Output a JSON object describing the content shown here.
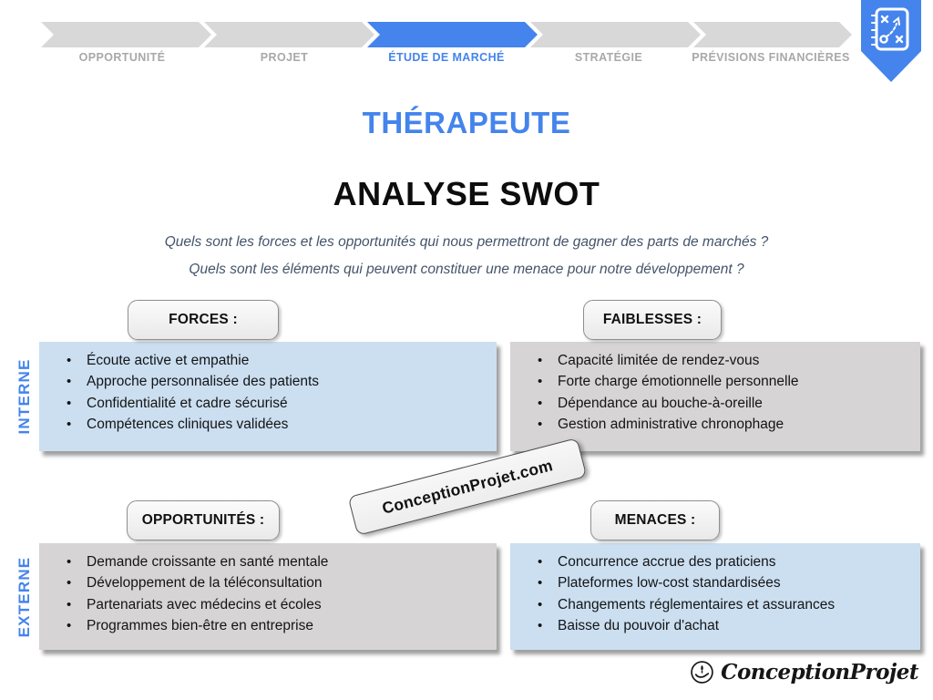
{
  "stepper": {
    "steps": [
      {
        "label": "OPPORTUNITÉ",
        "active": false
      },
      {
        "label": "PROJET",
        "active": false
      },
      {
        "label": "ÉTUDE DE MARCHÉ",
        "active": true
      },
      {
        "label": "STRATÉGIE",
        "active": false
      },
      {
        "label": "PRÉVISIONS FINANCIÈRES",
        "active": false
      }
    ]
  },
  "badge": {
    "icon": "strategy-plan-icon"
  },
  "header": {
    "title": "THÉRAPEUTE",
    "subtitle": "ANALYSE SWOT"
  },
  "questions": {
    "q1": "Quels sont les forces et les opportunités qui nous permettront de gagner des parts de marchés ?",
    "q2": "Quels sont les éléments qui peuvent constituer une menace pour notre développement ?"
  },
  "axes": {
    "internal": "INTERNE",
    "external": "EXTERNE"
  },
  "swot": {
    "forces": {
      "header": "FORCES :",
      "items": [
        "Écoute active et empathie",
        "Approche personnalisée des patients",
        "Confidentialité et cadre sécurisé",
        "Compétences cliniques validées"
      ]
    },
    "faiblesses": {
      "header": "FAIBLESSES :",
      "items": [
        "Capacité limitée de rendez-vous",
        "Forte charge émotionnelle personnelle",
        "Dépendance au bouche-à-oreille",
        "Gestion administrative chronophage"
      ]
    },
    "opportunites": {
      "header": "OPPORTUNITÉS :",
      "items": [
        "Demande croissante en santé mentale",
        "Développement de la téléconsultation",
        "Partenariats avec médecins et écoles",
        "Programmes bien-être en entreprise"
      ]
    },
    "menaces": {
      "header": "MENACES :",
      "items": [
        "Concurrence accrue des praticiens",
        "Plateformes low-cost standardisées",
        "Changements réglementaires et assurances",
        "Baisse du pouvoir d'achat"
      ]
    }
  },
  "watermark": {
    "text": "ConceptionProjet.com"
  },
  "logo": {
    "text": "ConceptionProjet",
    "icon": "hand-holding-logo-icon"
  },
  "colors": {
    "accent": "#4484EC",
    "chevron_inactive": "#D8D8D8",
    "label_inactive": "#A8A8A8",
    "box_blue": "#CBDFF1",
    "box_gray": "#D6D4D4",
    "question_text": "#44546A"
  }
}
